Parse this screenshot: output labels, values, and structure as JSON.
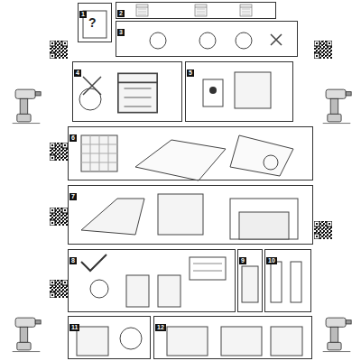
{
  "diagram": {
    "nodes": [
      {
        "text": [
          "1"
        ]
      },
      {
        "text": [
          "2"
        ]
      },
      {
        "text": [
          "3"
        ]
      },
      {
        "text": [
          "4"
        ]
      },
      {
        "text": [
          "5"
        ]
      },
      {
        "text": [
          "6"
        ]
      },
      {
        "text": [
          "7"
        ]
      },
      {
        "text": [
          "8"
        ]
      },
      {
        "text": [
          "9"
        ]
      },
      {
        "text": [
          "10"
        ]
      },
      {
        "text": [
          "11"
        ]
      },
      {
        "text": [
          "12"
        ]
      }
    ],
    "labels": [
      "?"
    ]
  }
}
